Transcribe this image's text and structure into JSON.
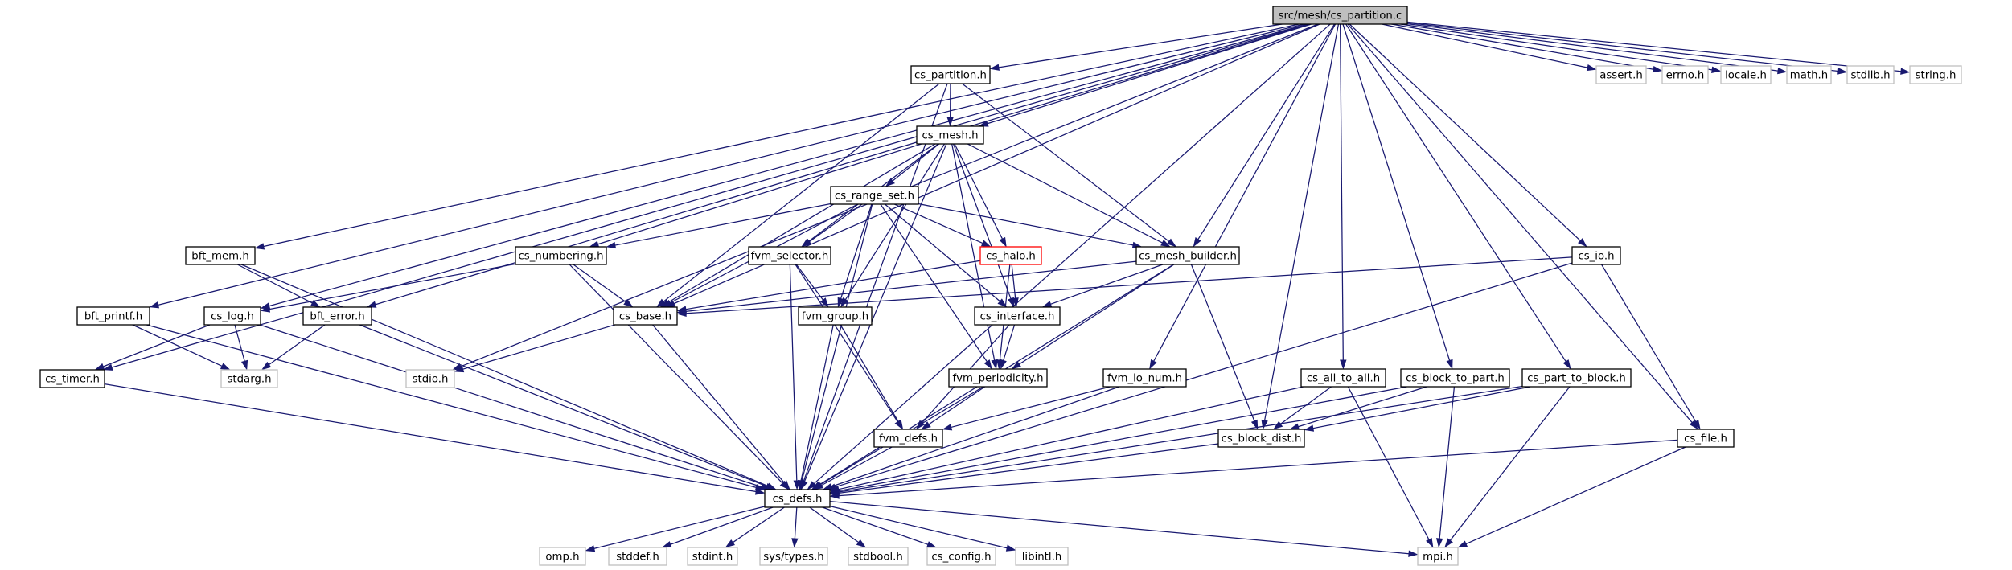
{
  "graph": {
    "root": "src/mesh/cs_partition.c",
    "nodes": [
      {
        "id": "root",
        "label": "src/mesh/cs_partition.c",
        "kind": "root"
      },
      {
        "id": "cs_partition_h",
        "label": "cs_partition.h",
        "kind": "doc"
      },
      {
        "id": "cs_mesh_h",
        "label": "cs_mesh.h",
        "kind": "doc"
      },
      {
        "id": "cs_range_set_h",
        "label": "cs_range_set.h",
        "kind": "doc"
      },
      {
        "id": "bft_mem_h",
        "label": "bft_mem.h",
        "kind": "doc"
      },
      {
        "id": "cs_numbering_h",
        "label": "cs_numbering.h",
        "kind": "doc"
      },
      {
        "id": "fvm_selector_h",
        "label": "fvm_selector.h",
        "kind": "doc"
      },
      {
        "id": "cs_halo_h",
        "label": "cs_halo.h",
        "kind": "red"
      },
      {
        "id": "cs_mesh_builder_h",
        "label": "cs_mesh_builder.h",
        "kind": "doc"
      },
      {
        "id": "cs_io_h",
        "label": "cs_io.h",
        "kind": "doc"
      },
      {
        "id": "bft_printf_h",
        "label": "bft_printf.h",
        "kind": "doc"
      },
      {
        "id": "cs_log_h",
        "label": "cs_log.h",
        "kind": "doc"
      },
      {
        "id": "bft_error_h",
        "label": "bft_error.h",
        "kind": "doc"
      },
      {
        "id": "cs_base_h",
        "label": "cs_base.h",
        "kind": "doc"
      },
      {
        "id": "fvm_group_h",
        "label": "fvm_group.h",
        "kind": "doc"
      },
      {
        "id": "cs_interface_h",
        "label": "cs_interface.h",
        "kind": "doc"
      },
      {
        "id": "cs_timer_h",
        "label": "cs_timer.h",
        "kind": "doc"
      },
      {
        "id": "stdarg_h",
        "label": "stdarg.h",
        "kind": "sys"
      },
      {
        "id": "stdio_h",
        "label": "stdio.h",
        "kind": "sys"
      },
      {
        "id": "fvm_periodicity_h",
        "label": "fvm_periodicity.h",
        "kind": "doc"
      },
      {
        "id": "fvm_io_num_h",
        "label": "fvm_io_num.h",
        "kind": "doc"
      },
      {
        "id": "cs_all_to_all_h",
        "label": "cs_all_to_all.h",
        "kind": "doc"
      },
      {
        "id": "cs_block_to_part_h",
        "label": "cs_block_to_part.h",
        "kind": "doc"
      },
      {
        "id": "cs_part_to_block_h",
        "label": "cs_part_to_block.h",
        "kind": "doc"
      },
      {
        "id": "fvm_defs_h",
        "label": "fvm_defs.h",
        "kind": "doc"
      },
      {
        "id": "cs_block_dist_h",
        "label": "cs_block_dist.h",
        "kind": "doc"
      },
      {
        "id": "cs_file_h",
        "label": "cs_file.h",
        "kind": "doc"
      },
      {
        "id": "cs_defs_h",
        "label": "cs_defs.h",
        "kind": "doc"
      },
      {
        "id": "omp_h",
        "label": "omp.h",
        "kind": "sys"
      },
      {
        "id": "stddef_h",
        "label": "stddef.h",
        "kind": "sys"
      },
      {
        "id": "stdint_h",
        "label": "stdint.h",
        "kind": "sys"
      },
      {
        "id": "sys_types_h",
        "label": "sys/types.h",
        "kind": "sys"
      },
      {
        "id": "stdbool_h",
        "label": "stdbool.h",
        "kind": "sys"
      },
      {
        "id": "cs_config_h",
        "label": "cs_config.h",
        "kind": "sys"
      },
      {
        "id": "libintl_h",
        "label": "libintl.h",
        "kind": "sys"
      },
      {
        "id": "mpi_h",
        "label": "mpi.h",
        "kind": "sys"
      },
      {
        "id": "assert_h",
        "label": "assert.h",
        "kind": "sys"
      },
      {
        "id": "errno_h",
        "label": "errno.h",
        "kind": "sys"
      },
      {
        "id": "locale_h",
        "label": "locale.h",
        "kind": "sys"
      },
      {
        "id": "math_h",
        "label": "math.h",
        "kind": "sys"
      },
      {
        "id": "stdlib_h",
        "label": "stdlib.h",
        "kind": "sys"
      },
      {
        "id": "string_h",
        "label": "string.h",
        "kind": "sys"
      }
    ],
    "edges": [
      [
        "root",
        "cs_partition_h"
      ],
      [
        "root",
        "cs_mesh_h"
      ],
      [
        "root",
        "cs_mesh_builder_h"
      ],
      [
        "root",
        "cs_io_h"
      ],
      [
        "root",
        "cs_all_to_all_h"
      ],
      [
        "root",
        "cs_block_to_part_h"
      ],
      [
        "root",
        "cs_part_to_block_h"
      ],
      [
        "root",
        "cs_block_dist_h"
      ],
      [
        "root",
        "cs_file_h"
      ],
      [
        "root",
        "fvm_io_num_h"
      ],
      [
        "root",
        "stdio_h"
      ],
      [
        "root",
        "cs_base_h"
      ],
      [
        "root",
        "bft_mem_h"
      ],
      [
        "root",
        "bft_printf_h"
      ],
      [
        "root",
        "bft_error_h"
      ],
      [
        "root",
        "cs_log_h"
      ],
      [
        "root",
        "cs_timer_h"
      ],
      [
        "root",
        "cs_defs_h"
      ],
      [
        "root",
        "assert_h"
      ],
      [
        "root",
        "errno_h"
      ],
      [
        "root",
        "locale_h"
      ],
      [
        "root",
        "math_h"
      ],
      [
        "root",
        "stdlib_h"
      ],
      [
        "root",
        "string_h"
      ],
      [
        "cs_partition_h",
        "cs_mesh_h"
      ],
      [
        "cs_partition_h",
        "cs_mesh_builder_h"
      ],
      [
        "cs_partition_h",
        "cs_base_h"
      ],
      [
        "cs_partition_h",
        "cs_defs_h"
      ],
      [
        "cs_mesh_h",
        "cs_range_set_h"
      ],
      [
        "cs_mesh_h",
        "cs_numbering_h"
      ],
      [
        "cs_mesh_h",
        "fvm_selector_h"
      ],
      [
        "cs_mesh_h",
        "cs_halo_h"
      ],
      [
        "cs_mesh_h",
        "cs_mesh_builder_h"
      ],
      [
        "cs_mesh_h",
        "cs_interface_h"
      ],
      [
        "cs_mesh_h",
        "fvm_group_h"
      ],
      [
        "cs_mesh_h",
        "fvm_periodicity_h"
      ],
      [
        "cs_mesh_h",
        "cs_base_h"
      ],
      [
        "cs_mesh_h",
        "cs_defs_h"
      ],
      [
        "cs_range_set_h",
        "cs_numbering_h"
      ],
      [
        "cs_range_set_h",
        "fvm_selector_h"
      ],
      [
        "cs_range_set_h",
        "cs_halo_h"
      ],
      [
        "cs_range_set_h",
        "cs_mesh_builder_h"
      ],
      [
        "cs_range_set_h",
        "cs_interface_h"
      ],
      [
        "cs_range_set_h",
        "fvm_group_h"
      ],
      [
        "cs_range_set_h",
        "fvm_periodicity_h"
      ],
      [
        "cs_range_set_h",
        "cs_base_h"
      ],
      [
        "cs_range_set_h",
        "cs_defs_h"
      ],
      [
        "bft_mem_h",
        "bft_error_h"
      ],
      [
        "bft_mem_h",
        "cs_defs_h"
      ],
      [
        "cs_numbering_h",
        "cs_log_h"
      ],
      [
        "cs_numbering_h",
        "cs_base_h"
      ],
      [
        "cs_numbering_h",
        "cs_defs_h"
      ],
      [
        "fvm_selector_h",
        "fvm_group_h"
      ],
      [
        "fvm_selector_h",
        "fvm_defs_h"
      ],
      [
        "fvm_selector_h",
        "cs_defs_h"
      ],
      [
        "cs_halo_h",
        "cs_base_h"
      ],
      [
        "cs_halo_h",
        "cs_interface_h"
      ],
      [
        "cs_halo_h",
        "fvm_periodicity_h"
      ],
      [
        "cs_mesh_builder_h",
        "cs_base_h"
      ],
      [
        "cs_mesh_builder_h",
        "cs_interface_h"
      ],
      [
        "cs_mesh_builder_h",
        "fvm_periodicity_h"
      ],
      [
        "cs_mesh_builder_h",
        "cs_block_dist_h"
      ],
      [
        "cs_mesh_builder_h",
        "cs_defs_h"
      ],
      [
        "cs_io_h",
        "cs_base_h"
      ],
      [
        "cs_io_h",
        "cs_file_h"
      ],
      [
        "cs_io_h",
        "cs_defs_h"
      ],
      [
        "bft_printf_h",
        "stdarg_h"
      ],
      [
        "bft_printf_h",
        "cs_defs_h"
      ],
      [
        "cs_log_h",
        "cs_timer_h"
      ],
      [
        "cs_log_h",
        "stdarg_h"
      ],
      [
        "cs_log_h",
        "cs_defs_h"
      ],
      [
        "bft_error_h",
        "stdarg_h"
      ],
      [
        "bft_error_h",
        "cs_defs_h"
      ],
      [
        "cs_base_h",
        "stdio_h"
      ],
      [
        "cs_base_h",
        "cs_defs_h"
      ],
      [
        "fvm_group_h",
        "fvm_defs_h"
      ],
      [
        "fvm_group_h",
        "cs_defs_h"
      ],
      [
        "cs_interface_h",
        "fvm_periodicity_h"
      ],
      [
        "cs_interface_h",
        "fvm_defs_h"
      ],
      [
        "cs_timer_h",
        "cs_defs_h"
      ],
      [
        "fvm_periodicity_h",
        "fvm_defs_h"
      ],
      [
        "fvm_periodicity_h",
        "cs_defs_h"
      ],
      [
        "fvm_io_num_h",
        "fvm_defs_h"
      ],
      [
        "fvm_io_num_h",
        "cs_defs_h"
      ],
      [
        "cs_all_to_all_h",
        "cs_block_dist_h"
      ],
      [
        "cs_all_to_all_h",
        "cs_defs_h"
      ],
      [
        "cs_all_to_all_h",
        "mpi_h"
      ],
      [
        "cs_block_to_part_h",
        "cs_block_dist_h"
      ],
      [
        "cs_block_to_part_h",
        "cs_defs_h"
      ],
      [
        "cs_block_to_part_h",
        "mpi_h"
      ],
      [
        "cs_part_to_block_h",
        "cs_block_dist_h"
      ],
      [
        "cs_part_to_block_h",
        "cs_defs_h"
      ],
      [
        "cs_part_to_block_h",
        "mpi_h"
      ],
      [
        "fvm_defs_h",
        "cs_defs_h"
      ],
      [
        "cs_block_dist_h",
        "cs_defs_h"
      ],
      [
        "cs_file_h",
        "cs_defs_h"
      ],
      [
        "cs_file_h",
        "mpi_h"
      ],
      [
        "cs_defs_h",
        "omp_h"
      ],
      [
        "cs_defs_h",
        "stddef_h"
      ],
      [
        "cs_defs_h",
        "stdint_h"
      ],
      [
        "cs_defs_h",
        "sys_types_h"
      ],
      [
        "cs_defs_h",
        "stdbool_h"
      ],
      [
        "cs_defs_h",
        "cs_config_h"
      ],
      [
        "cs_defs_h",
        "libintl_h"
      ],
      [
        "cs_defs_h",
        "mpi_h"
      ]
    ]
  }
}
